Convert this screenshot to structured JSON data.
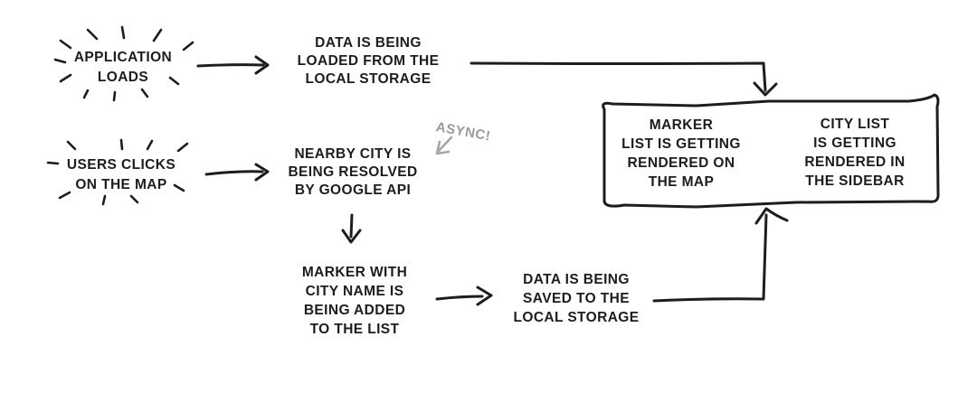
{
  "diagram": {
    "colors": {
      "ink": "#1d1d1d",
      "muted_gray": "#9b9b9b",
      "background": "#ffffff"
    },
    "nodes": {
      "application_loads": {
        "text": "APPLICATION\nLOADS"
      },
      "data_loaded": {
        "text": "DATA IS BEING\nLOADED FROM THE\nLOCAL STORAGE"
      },
      "users_clicks": {
        "text": "USERS CLICKS\nON THE MAP"
      },
      "nearby_city": {
        "text": "NEARBY CITY IS\nBEING RESOLVED\nBY GOOGLE API"
      },
      "marker_added": {
        "text": "MARKER WITH\nCITY NAME IS\nBEING ADDED\nTO THE LIST"
      },
      "data_saved": {
        "text": "DATA IS BEING\nSAVED TO THE\nLOCAL STORAGE"
      },
      "render_box": {
        "marker_list": {
          "text": "MARKER\nLIST IS GETTING\nRENDERED ON\nTHE MAP"
        },
        "city_list": {
          "text": "CITY LIST\nIS GETTING\nRENDERED IN\nTHE SIDEBAR"
        }
      }
    },
    "annotations": {
      "async_label": {
        "text": "ASYNC!"
      }
    }
  }
}
